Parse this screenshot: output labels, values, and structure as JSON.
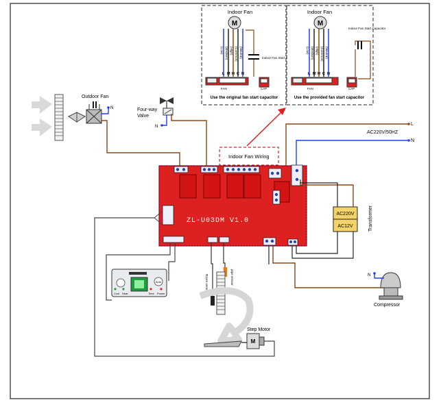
{
  "inset_left": {
    "title": "Indoor Fan",
    "motor": "M",
    "wires": [
      "(Low)",
      "(Medium)",
      "(High)",
      "(Common)",
      "(Neutral)"
    ],
    "pins": [
      "L",
      "M",
      "H",
      "C",
      "N"
    ],
    "capacitor_label": "Indoor Fan Start Capacitor",
    "connector_label": "FAN",
    "cap_label": "CAP",
    "caption": "Use the original fan start capacitor"
  },
  "inset_right": {
    "title": "Indoor Fan",
    "motor": "M",
    "wires": [
      "(Low)",
      "(Medium)",
      "(High)",
      "(Common)",
      "(Neutral)"
    ],
    "pins": [
      "L",
      "M",
      "H",
      "C",
      "N"
    ],
    "capacitor_label": "Indoor Fan Start Capacitor",
    "connector_label": "FAN",
    "cap_label": "CAP",
    "caption": "Use the provided fan start capacitor"
  },
  "components": {
    "outdoor_fan": "Outdoor Fan",
    "four_way_valve": "Four-way Valve",
    "indoor_fan_wiring": "Indoor Fan Wiring",
    "power": "AC220V/50HZ",
    "L": "L",
    "N": "N",
    "transformer_in": "AC220V",
    "transformer_out": "AC12V",
    "transformer": "Transformer",
    "board": "ZL-U03DM V1.0",
    "compressor": "Compressor",
    "step_motor": "Step Motor",
    "room_sensor": "Room sensor",
    "pipe_sensor": "pipe sensor",
    "motor_letter": "M"
  },
  "panel": {
    "labels": [
      "Cool",
      "Heat",
      "Time",
      "Power"
    ],
    "button": "Auto"
  },
  "colors": {
    "board": "#dd2020",
    "wire_brown": "#8b4513",
    "wire_blue": "#1f3cff",
    "wire_dark": "#222222",
    "highlight": "#e02020",
    "transformer": "#f5d36b"
  }
}
